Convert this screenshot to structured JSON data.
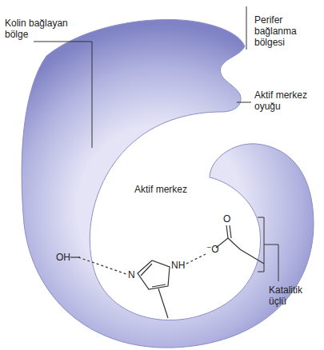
{
  "diagram": {
    "labels": [
      "Kolin bağlayan bölge",
      "Perifer bağlanma bölgesi",
      "Aktif merkez oyuğu",
      "Aktif merkez",
      "Katalitik üçlü",
      "OH",
      "N",
      "NH",
      "O",
      "⁻O"
    ]
  }
}
